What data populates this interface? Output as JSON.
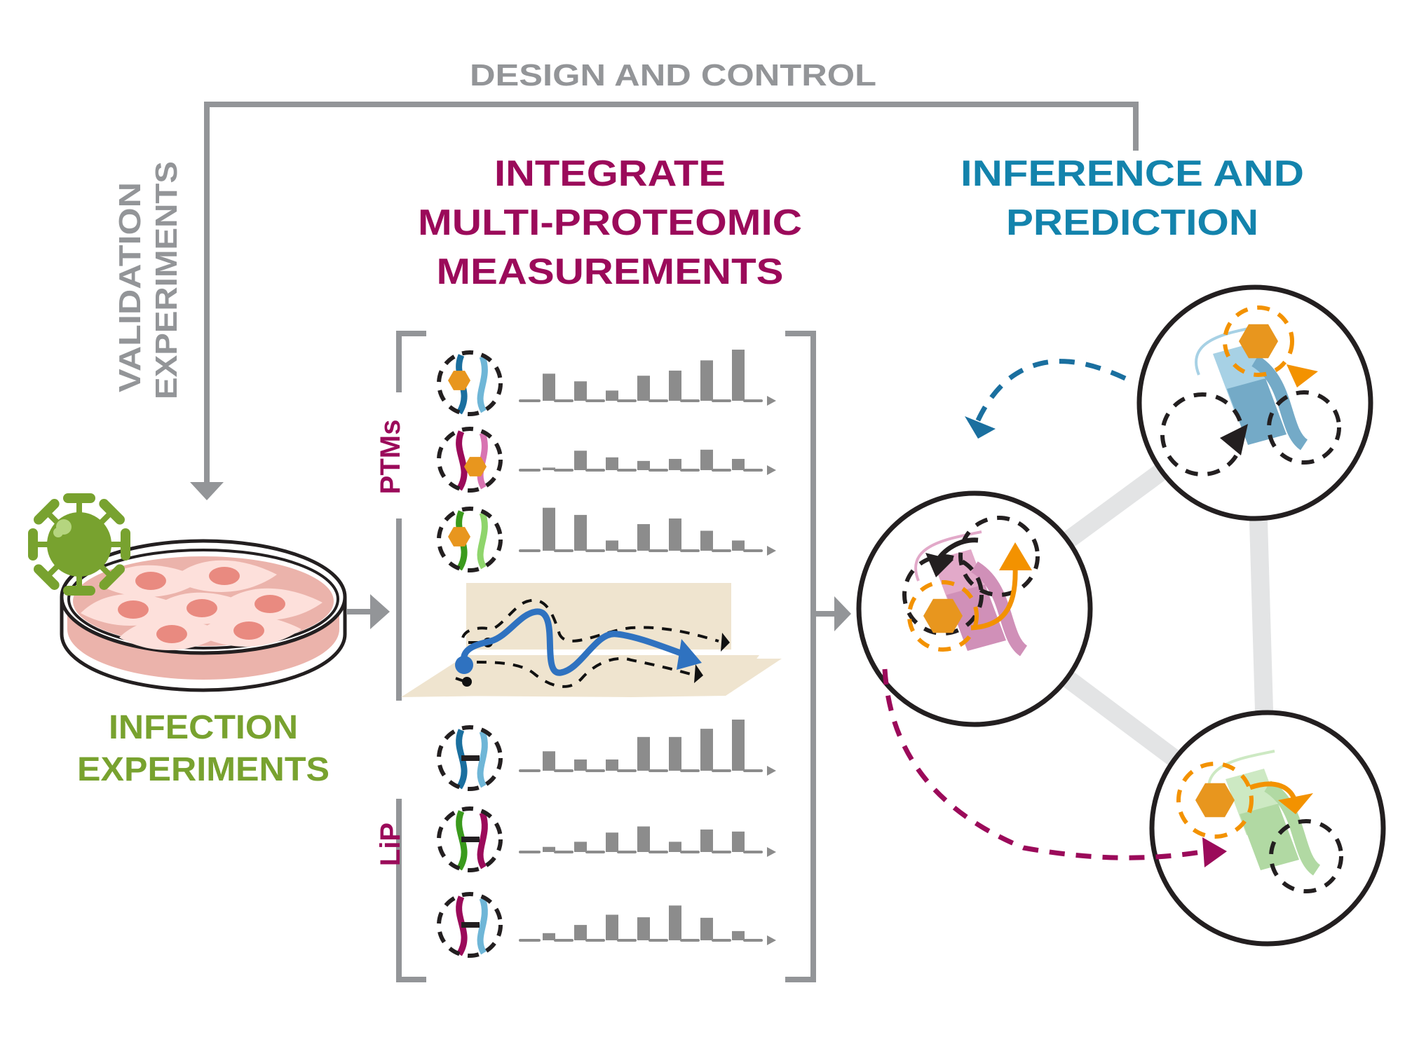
{
  "figure": {
    "design_and_control": "DESIGN AND CONTROL",
    "validation_experiments": [
      "VALIDATION",
      "EXPERIMENTS"
    ],
    "infection_experiments": [
      "INFECTION",
      "EXPERIMENTS"
    ],
    "integrate_title": [
      "INTEGRATE",
      "MULTI-PROTEOMIC",
      "MEASUREMENTS"
    ],
    "inference_title": [
      "INFERENCE AND",
      "PREDICTION"
    ],
    "group_labels": {
      "ptms": "PTMs",
      "lip": "LiP"
    }
  },
  "colors": {
    "gray": "#939598",
    "magenta": "#9b0a5a",
    "blue": "#1383ac",
    "green": "#78a22f",
    "orange": "#e8961e",
    "bar_gray": "#8c8c8c",
    "plane": "#efe4cf",
    "path_blue": "#2f72c0",
    "dish_pink": "#ebb3ab",
    "cell_light": "#fde0db",
    "nucleus": "#e98a80"
  },
  "measurement_rows": [
    {
      "group": "PTMs",
      "protein_color": "blue",
      "has_ptm_site": true,
      "bars": [
        0.53,
        0.38,
        0.2,
        0.49,
        0.59,
        0.79,
        1.0
      ]
    },
    {
      "group": "PTMs",
      "protein_color": "magenta",
      "has_ptm_site": true,
      "bars": [
        0.05,
        0.38,
        0.25,
        0.18,
        0.22,
        0.4,
        0.22
      ]
    },
    {
      "group": "PTMs",
      "protein_color": "green",
      "has_ptm_site": true,
      "bars": [
        0.84,
        0.7,
        0.2,
        0.52,
        0.63,
        0.39,
        0.2
      ]
    },
    {
      "group": "LiP",
      "protein_color": "blue",
      "has_ptm_site": false,
      "bars": [
        0.38,
        0.22,
        0.22,
        0.66,
        0.66,
        0.82,
        1.0
      ]
    },
    {
      "group": "LiP",
      "protein_color": "green-magenta",
      "has_ptm_site": false,
      "bars": [
        0.1,
        0.2,
        0.38,
        0.5,
        0.2,
        0.44,
        0.4
      ]
    },
    {
      "group": "LiP",
      "protein_color": "magenta-blue",
      "has_ptm_site": false,
      "bars": [
        0.14,
        0.3,
        0.5,
        0.45,
        0.68,
        0.44,
        0.18
      ]
    }
  ],
  "network_nodes": [
    {
      "name": "pink-protein",
      "color": "#e2a9c9"
    },
    {
      "name": "blue-protein",
      "color": "#8cc0dc"
    },
    {
      "name": "green-protein",
      "color": "#b9dfae"
    }
  ]
}
